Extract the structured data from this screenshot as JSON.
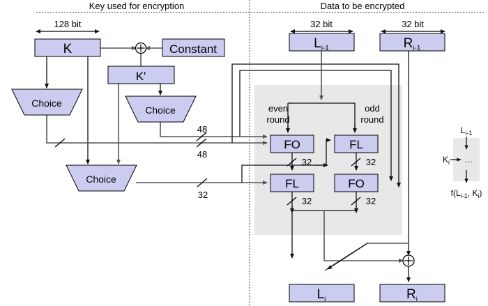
{
  "figure": {
    "title_left": "Key used for encryption",
    "title_right": "Data to be encrypted"
  },
  "key_side": {
    "dim_128": "128 bit",
    "k_box": "K",
    "constant_box": "Constant",
    "kprime_box": "K'",
    "choice_left": "Choice",
    "choice_mid": "Choice",
    "choice_bottom": "Choice",
    "xor_symbol": "+",
    "width_48_a": "48",
    "width_48_b": "48",
    "width_32": "32"
  },
  "data_side": {
    "dim_32_left": "32 bit",
    "dim_32_right": "32 bit",
    "in_left_main": "L",
    "in_left_sub": "i-1",
    "in_right_main": "R",
    "in_right_sub": "i-1",
    "even_round_line1": "even",
    "even_round_line2": "round",
    "odd_round_line1": "odd",
    "odd_round_line2": "round",
    "fo_even": "FO",
    "fl_odd": "FL",
    "fl_even": "FL",
    "fo_odd": "FO",
    "w32_a": "32",
    "w32_b": "32",
    "w32_c": "32",
    "w32_d": "32",
    "xor_symbol": "+",
    "out_left_main": "L",
    "out_left_sub": "i",
    "out_right_main": "R",
    "out_right_sub": "i"
  },
  "legend": {
    "input_main": "L",
    "input_sub": "i-1",
    "key_main": "K",
    "key_sub": "i",
    "ellipsis": "…",
    "output": "f(L",
    "output_sub1": "i-1",
    "output_mid": ", K",
    "output_sub2": "i",
    "output_end": ")"
  },
  "colors": {
    "block_fill": "#ccccf0",
    "block_stroke": "#000000",
    "round_panel": "#e8e8e8",
    "wire": "#555555",
    "background": "#ffffff"
  }
}
